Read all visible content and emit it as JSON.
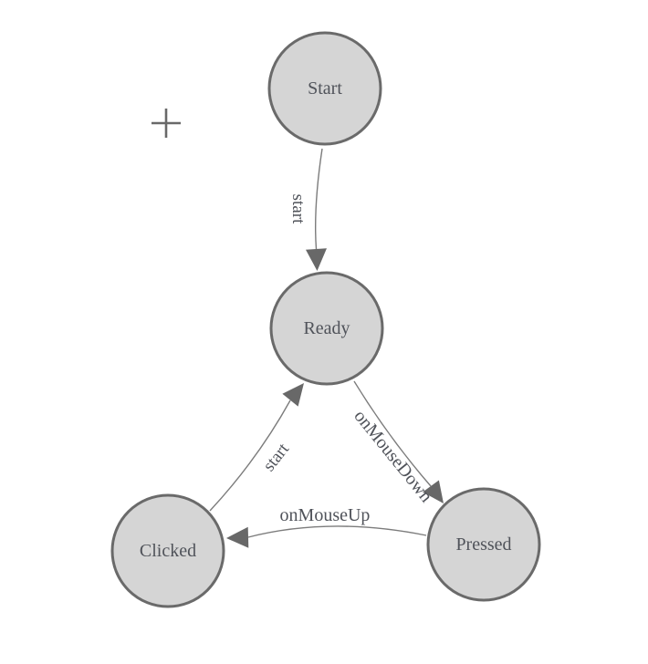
{
  "colors": {
    "node_fill": "#d5d5d5",
    "node_stroke": "#6a6a6a",
    "edge_stroke": "#7c7c7c",
    "arrow_fill": "#686868",
    "label_color": "#50535a",
    "marker_color": "#696969"
  },
  "icons": {
    "origin_marker": "plus-icon"
  },
  "nodes": [
    {
      "id": "start",
      "label": "Start"
    },
    {
      "id": "ready",
      "label": "Ready"
    },
    {
      "id": "clicked",
      "label": "Clicked"
    },
    {
      "id": "pressed",
      "label": "Pressed"
    }
  ],
  "edges": [
    {
      "from": "Start",
      "to": "Ready",
      "label": "start"
    },
    {
      "from": "Ready",
      "to": "Pressed",
      "label": "onMouseDown"
    },
    {
      "from": "Pressed",
      "to": "Clicked",
      "label": "onMouseUp"
    },
    {
      "from": "Clicked",
      "to": "Ready",
      "label": "start"
    }
  ]
}
